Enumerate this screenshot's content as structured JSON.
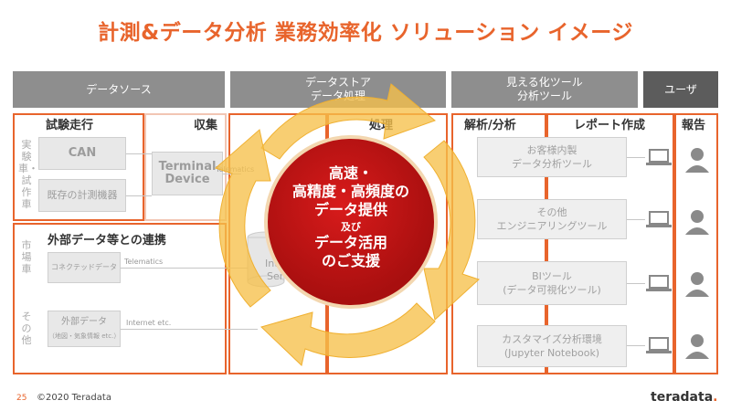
{
  "title": "計測&データ分析 業務効率化 ソリューション イメージ",
  "headers": {
    "data_source": "データソース",
    "data_store_1": "データストア",
    "data_store_2": "データ処理",
    "visualization_1": "見える化ツール",
    "visualization_2": "分析ツール",
    "user": "ユーザ"
  },
  "sections": {
    "test_run": "試験走行",
    "collection": "収集",
    "processing": "処理",
    "analysis": "解析/分析",
    "report": "レポート作成",
    "reporting": "報告",
    "external": "外部データ等との連携"
  },
  "side_labels": {
    "test_vehicle": "実験車・試作車",
    "market_vehicle": "市場車",
    "other": "その他"
  },
  "sources": {
    "can": "CAN",
    "existing": "既存の計測機器",
    "terminal_1": "Terminal",
    "terminal_2": "Device",
    "connected": "コネクテッドデータ",
    "external_1": "外部データ",
    "external_2": "（地図・気象情報 etc.）"
  },
  "link_labels": {
    "telematics_top": "Telematics",
    "telematics": "Telematics",
    "internet": "Internet etc."
  },
  "store_labels": {
    "int_partial": "Int",
    "serv_partial": "Serv"
  },
  "tools": [
    {
      "line1": "お客様内製",
      "line2": "データ分析ツール"
    },
    {
      "line1": "その他",
      "line2": "エンジニアリングツール"
    },
    {
      "line1": "BIツール",
      "line2": "(データ可視化ツール)"
    },
    {
      "line1": "カスタマイズ分析環境",
      "line2": "(Jupyter Notebook)"
    }
  ],
  "center": {
    "line1": "高速・",
    "line2": "高精度・高頻度の",
    "line3": "データ提供",
    "line4": "及び",
    "line5": "データ活用",
    "line6": "のご支援"
  },
  "footer": {
    "page": "25",
    "copyright": "©2020 Teradata",
    "logo": "teradata",
    "logo_dot": "."
  },
  "colors": {
    "accent": "#e8642c",
    "center_red": "#c41414",
    "arrow_yellow": "#f6c04a"
  }
}
